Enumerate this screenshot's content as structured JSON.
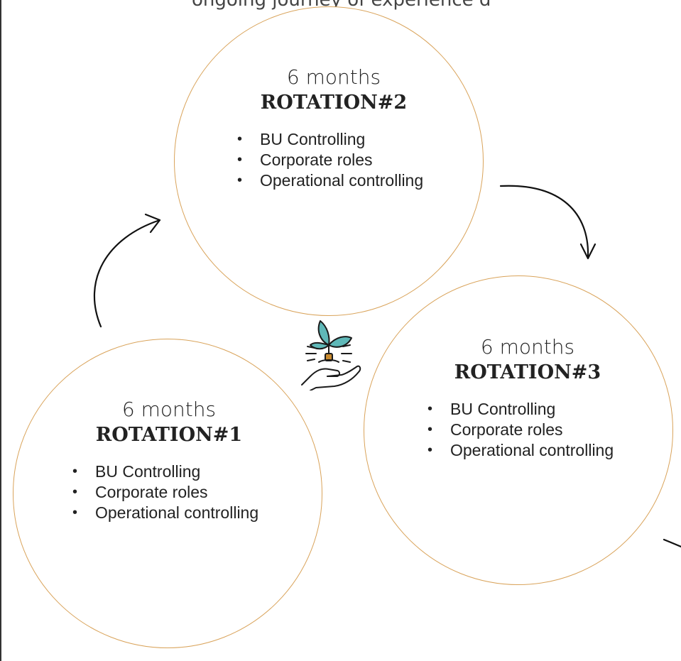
{
  "header": {
    "partial_text": "ongoing journey of experience development"
  },
  "rotations": [
    {
      "duration": "6 months",
      "title": "ROTATION#1",
      "items": [
        "BU Controlling",
        "Corporate roles",
        "Operational controlling"
      ]
    },
    {
      "duration": "6 months",
      "title": "ROTATION#2",
      "items": [
        "BU Controlling",
        "Corporate roles",
        "Operational controlling"
      ]
    },
    {
      "duration": "6 months",
      "title": "ROTATION#3",
      "items": [
        "BU Controlling",
        "Corporate roles",
        "Operational controlling"
      ]
    }
  ],
  "center_icon": "growing-plant-in-hand-icon",
  "colors": {
    "circle_border": "#d9a35a",
    "arrow": "#111111",
    "leaf": "#5fb8b8",
    "stem": "#c98a2e"
  }
}
